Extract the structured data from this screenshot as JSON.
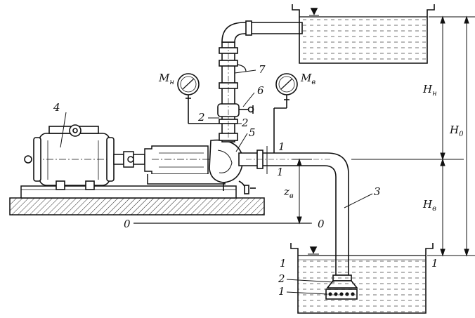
{
  "labels": {
    "motor": "4",
    "pipe_discharge": "7",
    "valve": "6",
    "pump": "5",
    "suction_pipe": "3",
    "section_2_discharge_a": "2",
    "section_2_discharge_b": "2",
    "section_1_suction_a": "1",
    "section_1_suction_b": "1",
    "lower_tank_left_1": "1",
    "lower_tank_right_1": "1",
    "foot_valve_2": "2",
    "strainer_1": "1",
    "datum_left": "0",
    "datum_right": "0"
  },
  "gauges": {
    "discharge": {
      "main": "M",
      "sub": "н"
    },
    "suction": {
      "main": "M",
      "sub": "в"
    }
  },
  "dimensions": {
    "H_discharge": {
      "main": "H",
      "sub": "н"
    },
    "H_total": {
      "main": "H",
      "sub": "0"
    },
    "H_suction": {
      "main": "H",
      "sub": "в"
    },
    "z_suction": {
      "main": "z",
      "sub": "в"
    }
  }
}
